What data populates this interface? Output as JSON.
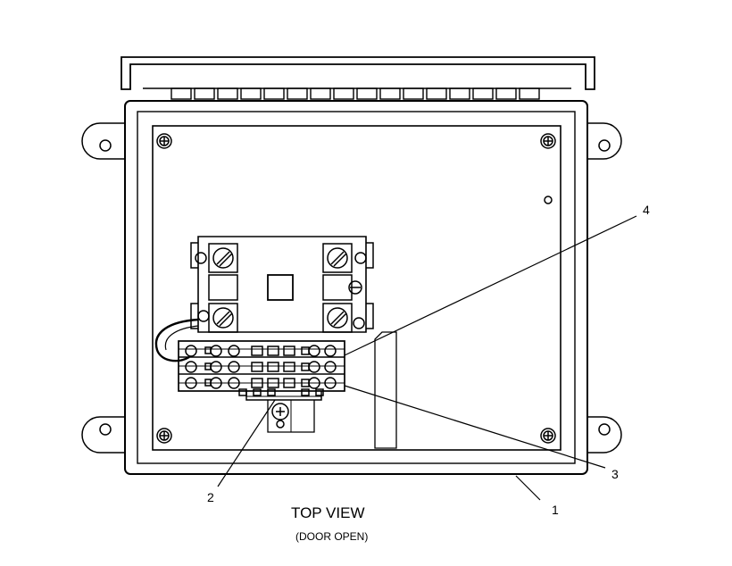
{
  "caption": {
    "title": "TOP VIEW",
    "subtitle": "(DOOR OPEN)"
  },
  "callouts": [
    {
      "id": "1",
      "label": "1"
    },
    {
      "id": "2",
      "label": "2"
    },
    {
      "id": "3",
      "label": "3"
    },
    {
      "id": "4",
      "label": "4"
    }
  ]
}
